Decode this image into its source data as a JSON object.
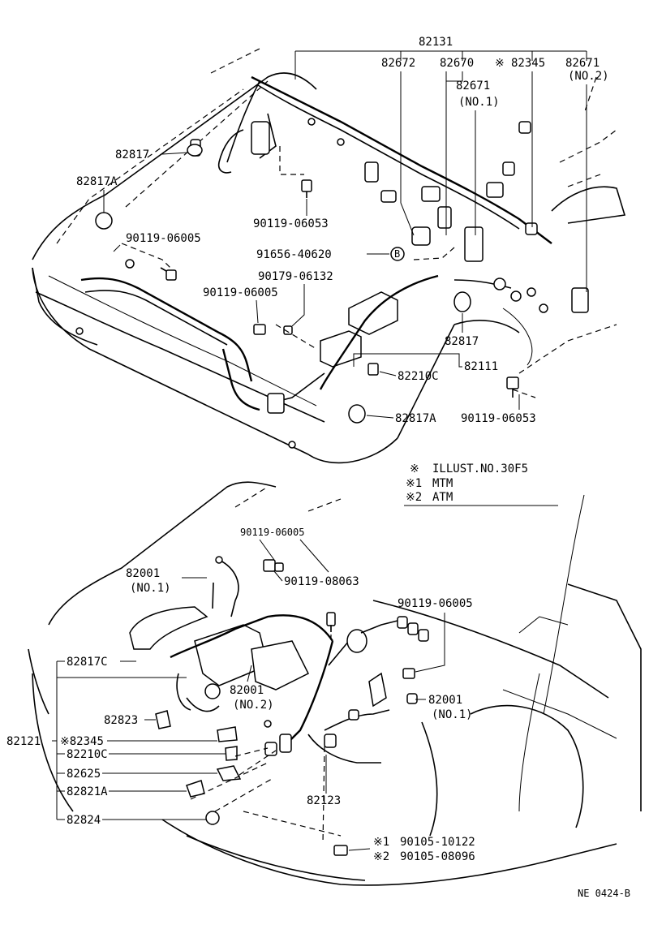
{
  "labels": {
    "p82131": "82131",
    "p82672": "82672",
    "p82670": "82670",
    "star_mark": "※",
    "p82345_top": "82345",
    "p82671_no2": "82671",
    "no2_a": "(NO.2)",
    "p82671_no1": "82671",
    "no1_a": "(NO.1)",
    "p82817_a": "82817",
    "p82817A_a": "82817A",
    "b90119_06005_a": "90119-06005",
    "b90119_06053_a": "90119-06053",
    "b91656_40620": "91656-40620",
    "b_marker": "B",
    "b90179_06132": "90179-06132",
    "b90119_06005_b": "90119-06005",
    "p82817_b": "82817",
    "p82111": "82111",
    "p82210C_a": "82210C",
    "p82817A_b": "82817A",
    "b90119_06053_b": "90119-06053",
    "b90119_06005_c": "90119-06005",
    "p82001_a": "82001",
    "no1_b": "(NO.1)",
    "b90119_08063": "90119-08063",
    "b90119_06005_d": "90119-06005",
    "p82817C": "82817C",
    "p82001_b": "82001",
    "no2_b": "(NO.2)",
    "p82001_c": "82001",
    "no1_c": "(NO.1)",
    "p82823": "82823",
    "p82121": "82121",
    "star_82345": "※82345",
    "p82210C_b": "82210C",
    "p82625": "82625",
    "p82821A": "82821A",
    "p82123": "82123",
    "p82824": "82824",
    "mark1_a": "※1",
    "b90105_10122": "90105-10122",
    "mark2_a": "※2",
    "b90105_08096": "90105-08096",
    "doc_ref": "NE 0424-B"
  },
  "legend": {
    "row1_mark": "※",
    "row1_text": "ILLUST.NO.30F5",
    "row2_mark": "※1",
    "row2_text": "MTM",
    "row3_mark": "※2",
    "row3_text": "ATM"
  }
}
